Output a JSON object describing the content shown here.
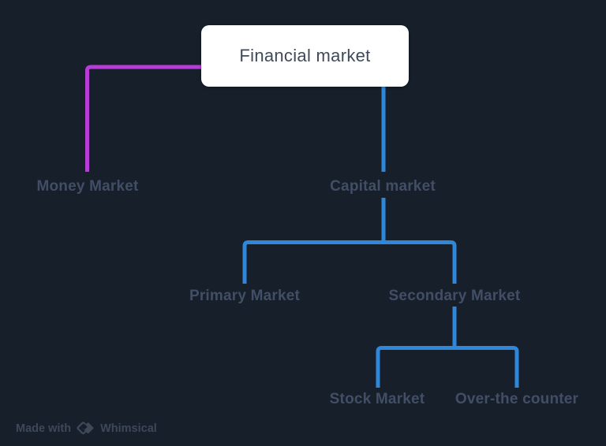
{
  "colors": {
    "background": "#161f2a",
    "connector_blue": "#2f87da",
    "connector_magenta": "#b83cd8",
    "node_box_bg": "#ffffff",
    "root_text": "#3e4a5c",
    "label_text": "#414e66",
    "watermark_text": "#3d4959"
  },
  "tree": {
    "label": "Financial market",
    "children": [
      {
        "label": "Money Market",
        "connector": "magenta",
        "children": []
      },
      {
        "label": "Capital market",
        "connector": "blue",
        "children": [
          {
            "label": "Primary Market",
            "connector": "blue",
            "children": []
          },
          {
            "label": "Secondary Market",
            "connector": "blue",
            "children": [
              {
                "label": "Stock Market",
                "connector": "blue",
                "children": []
              },
              {
                "label": "Over-the counter",
                "connector": "blue",
                "children": []
              }
            ]
          }
        ]
      }
    ]
  },
  "watermark": {
    "made_with": "Made with",
    "brand": "Whimsical",
    "logo": "whimsical-diamonds"
  }
}
